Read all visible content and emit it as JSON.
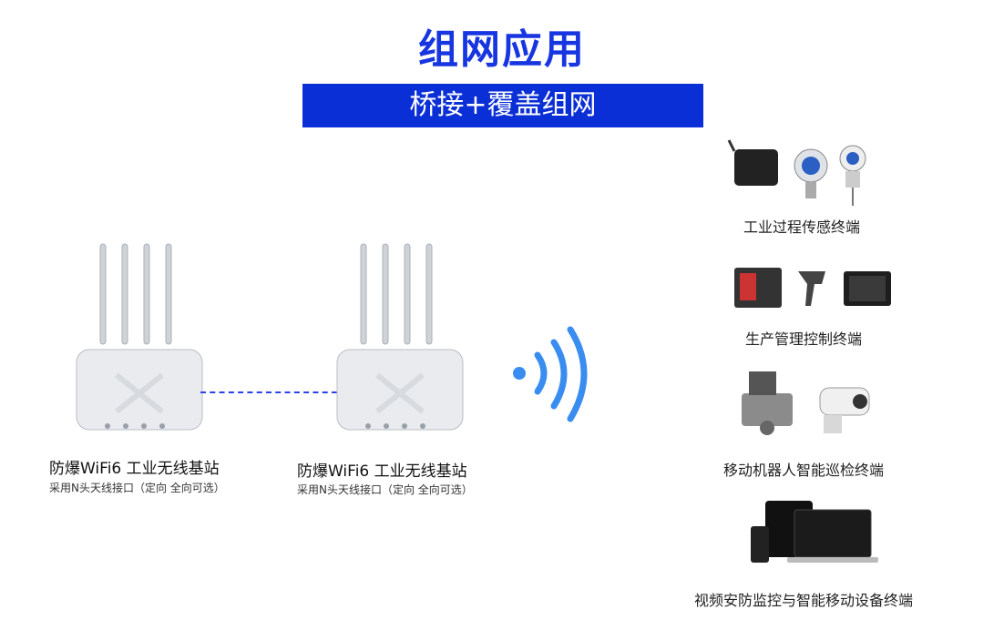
{
  "header": {
    "title": "组网应用",
    "subtitle": "桥接+覆盖组网"
  },
  "devices": [
    {
      "name": "防爆WiFi6 工业无线基站",
      "note": "采用N头天线接口（定向 全向可选）"
    },
    {
      "name": "防爆WiFi6 工业无线基站",
      "note": "采用N头天线接口（定向 全向可选）"
    }
  ],
  "terminals": [
    {
      "label": "工业过程传感终端"
    },
    {
      "label": "生产管理控制终端"
    },
    {
      "label": "移动机器人智能巡检终端"
    },
    {
      "label": "视频安防监控与智能移动设备终端"
    }
  ],
  "colors": {
    "title": "#1735e0",
    "banner": "#0b2fd6",
    "link": "#2a43e6"
  }
}
